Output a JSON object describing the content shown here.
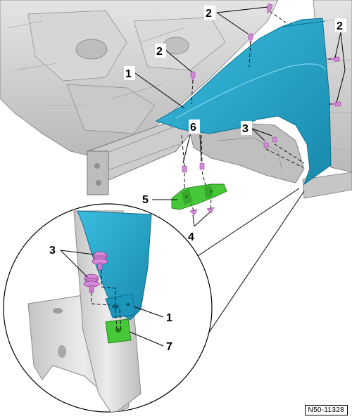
{
  "callouts": {
    "bolt_top": "2",
    "bolt_mid": "2",
    "bolt_right": "2",
    "fender": "1",
    "bracket_bolts": "6",
    "arch_bolts": "3",
    "bracket": "5",
    "clips": "4",
    "detail_bolts": "3",
    "detail_fender": "1",
    "detail_plate": "7"
  },
  "reference_code": "N50-11328",
  "colors": {
    "fender": "#22a6cc",
    "fastener": "#d58ad9",
    "bracket": "#46c838",
    "body_gray": "#cfcfcf"
  }
}
